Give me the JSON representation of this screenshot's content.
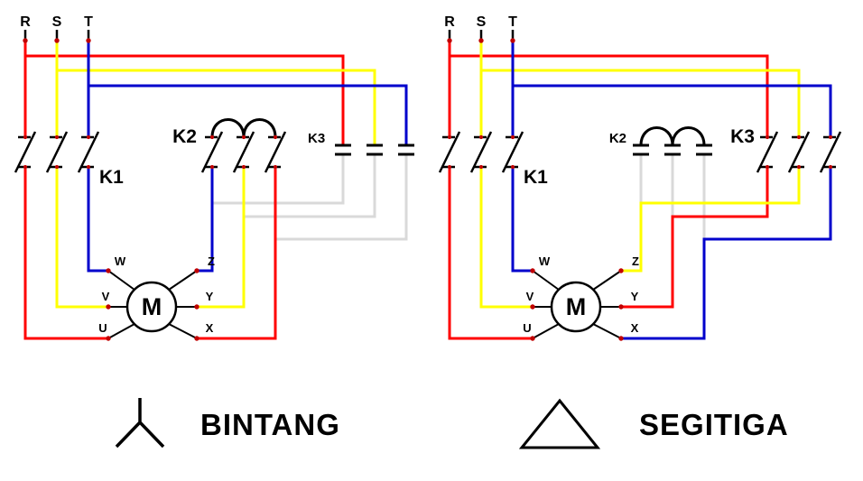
{
  "colors": {
    "phase_r_wire": "#ff0000",
    "phase_s_wire": "#ffff00",
    "phase_t_wire": "#0000cc",
    "inactive_wire": "#d9d9d9",
    "terminal_dot": "#c00000",
    "ink": "#000000",
    "background": "#ffffff"
  },
  "left_diagram": {
    "phases": [
      "R",
      "S",
      "T"
    ],
    "contactor_main": "K1",
    "contactor_star": "K2",
    "contactor_delta": "K3",
    "motor_symbol": "M",
    "motor_terminals_left": [
      "W",
      "V",
      "U"
    ],
    "motor_terminals_right": [
      "Z",
      "Y",
      "X"
    ]
  },
  "right_diagram": {
    "phases": [
      "R",
      "S",
      "T"
    ],
    "contactor_main": "K1",
    "contactor_star": "K2",
    "contactor_delta": "K3",
    "motor_symbol": "M",
    "motor_terminals_left": [
      "W",
      "V",
      "U"
    ],
    "motor_terminals_right": [
      "Z",
      "Y",
      "X"
    ]
  },
  "legend": {
    "star_label": "BINTANG",
    "delta_label": "SEGITIGA"
  }
}
